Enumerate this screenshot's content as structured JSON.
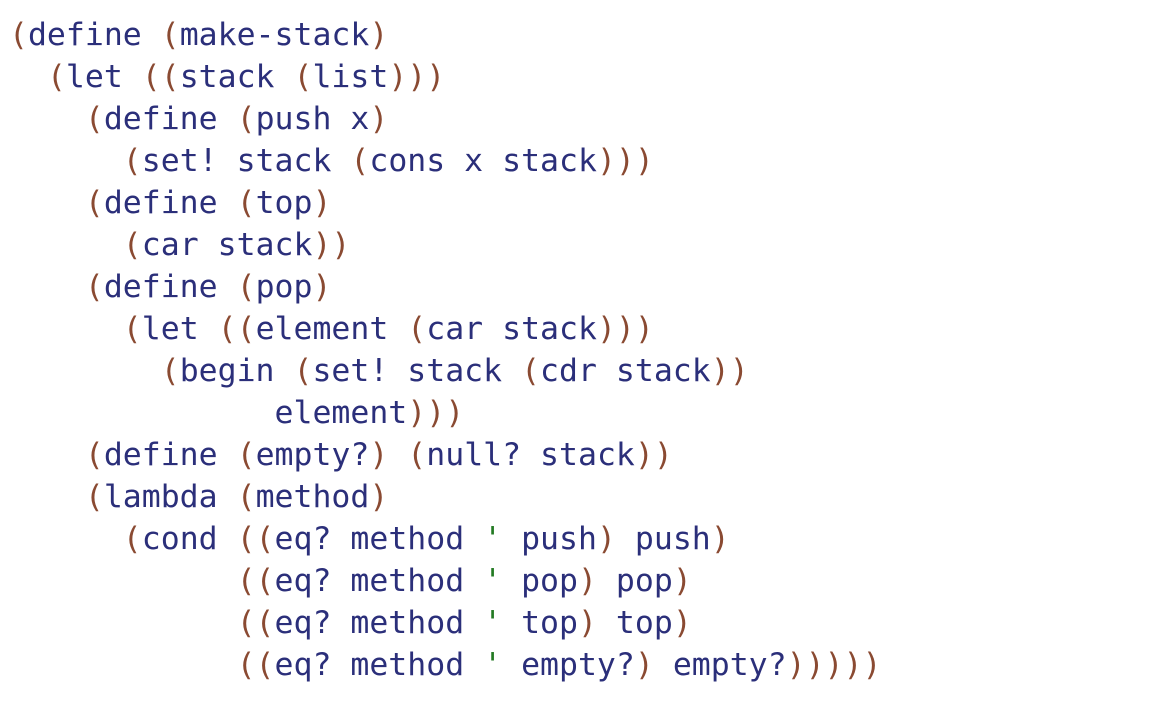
{
  "document": {
    "kind": "source-code-listing",
    "language": "Scheme",
    "background_color": "#ffffff",
    "colors": {
      "paren": "#8a4a32",
      "identifier": "#2b2f7a",
      "quote": "#237a23"
    },
    "plain_text": "(define (make-stack)\n  (let ((stack (list)))\n    (define (push x)\n      (set! stack (cons x stack)))\n    (define (top)\n      (car stack))\n    (define (pop)\n      (let ((element (car stack)))\n        (begin (set! stack (cdr stack))\n              element)))\n    (define (empty?) (null? stack))\n    (lambda (method)\n      (cond ((eq? method ' push) push)\n            ((eq? method ' pop) pop)\n            ((eq? method ' top) top)\n            ((eq? method ' empty?) empty?)))))",
    "lines": [
      {
        "index": 1,
        "text": "(define (make-stack)",
        "tokens": [
          {
            "t": "(",
            "c": "paren"
          },
          {
            "t": "define ",
            "c": "ident"
          },
          {
            "t": "(",
            "c": "paren"
          },
          {
            "t": "make-stack",
            "c": "ident"
          },
          {
            "t": ")",
            "c": "paren"
          }
        ]
      },
      {
        "index": 2,
        "text": "  (let ((stack (list)))",
        "tokens": [
          {
            "t": "  ",
            "c": "space"
          },
          {
            "t": "(",
            "c": "paren"
          },
          {
            "t": "let ",
            "c": "ident"
          },
          {
            "t": "((",
            "c": "paren"
          },
          {
            "t": "stack ",
            "c": "ident"
          },
          {
            "t": "(",
            "c": "paren"
          },
          {
            "t": "list",
            "c": "ident"
          },
          {
            "t": ")))",
            "c": "paren"
          }
        ]
      },
      {
        "index": 3,
        "text": "    (define (push x)",
        "tokens": [
          {
            "t": "    ",
            "c": "space"
          },
          {
            "t": "(",
            "c": "paren"
          },
          {
            "t": "define ",
            "c": "ident"
          },
          {
            "t": "(",
            "c": "paren"
          },
          {
            "t": "push x",
            "c": "ident"
          },
          {
            "t": ")",
            "c": "paren"
          }
        ]
      },
      {
        "index": 4,
        "text": "      (set! stack (cons x stack)))",
        "tokens": [
          {
            "t": "      ",
            "c": "space"
          },
          {
            "t": "(",
            "c": "paren"
          },
          {
            "t": "set! stack ",
            "c": "ident"
          },
          {
            "t": "(",
            "c": "paren"
          },
          {
            "t": "cons x stack",
            "c": "ident"
          },
          {
            "t": ")))",
            "c": "paren"
          }
        ]
      },
      {
        "index": 5,
        "text": "    (define (top)",
        "tokens": [
          {
            "t": "    ",
            "c": "space"
          },
          {
            "t": "(",
            "c": "paren"
          },
          {
            "t": "define ",
            "c": "ident"
          },
          {
            "t": "(",
            "c": "paren"
          },
          {
            "t": "top",
            "c": "ident"
          },
          {
            "t": ")",
            "c": "paren"
          }
        ]
      },
      {
        "index": 6,
        "text": "      (car stack))",
        "tokens": [
          {
            "t": "      ",
            "c": "space"
          },
          {
            "t": "(",
            "c": "paren"
          },
          {
            "t": "car stack",
            "c": "ident"
          },
          {
            "t": "))",
            "c": "paren"
          }
        ]
      },
      {
        "index": 7,
        "text": "    (define (pop)",
        "tokens": [
          {
            "t": "    ",
            "c": "space"
          },
          {
            "t": "(",
            "c": "paren"
          },
          {
            "t": "define ",
            "c": "ident"
          },
          {
            "t": "(",
            "c": "paren"
          },
          {
            "t": "pop",
            "c": "ident"
          },
          {
            "t": ")",
            "c": "paren"
          }
        ]
      },
      {
        "index": 8,
        "text": "      (let ((element (car stack)))",
        "tokens": [
          {
            "t": "      ",
            "c": "space"
          },
          {
            "t": "(",
            "c": "paren"
          },
          {
            "t": "let ",
            "c": "ident"
          },
          {
            "t": "((",
            "c": "paren"
          },
          {
            "t": "element ",
            "c": "ident"
          },
          {
            "t": "(",
            "c": "paren"
          },
          {
            "t": "car stack",
            "c": "ident"
          },
          {
            "t": ")))",
            "c": "paren"
          }
        ]
      },
      {
        "index": 9,
        "text": "        (begin (set! stack (cdr stack))",
        "tokens": [
          {
            "t": "        ",
            "c": "space"
          },
          {
            "t": "(",
            "c": "paren"
          },
          {
            "t": "begin ",
            "c": "ident"
          },
          {
            "t": "(",
            "c": "paren"
          },
          {
            "t": "set! stack ",
            "c": "ident"
          },
          {
            "t": "(",
            "c": "paren"
          },
          {
            "t": "cdr stack",
            "c": "ident"
          },
          {
            "t": "))",
            "c": "paren"
          }
        ]
      },
      {
        "index": 10,
        "text": "              element)))",
        "tokens": [
          {
            "t": "              ",
            "c": "space"
          },
          {
            "t": "element",
            "c": "ident"
          },
          {
            "t": ")))",
            "c": "paren"
          }
        ]
      },
      {
        "index": 11,
        "text": "    (define (empty?) (null? stack))",
        "tokens": [
          {
            "t": "    ",
            "c": "space"
          },
          {
            "t": "(",
            "c": "paren"
          },
          {
            "t": "define ",
            "c": "ident"
          },
          {
            "t": "(",
            "c": "paren"
          },
          {
            "t": "empty?",
            "c": "ident"
          },
          {
            "t": ") ",
            "c": "paren"
          },
          {
            "t": "(",
            "c": "paren"
          },
          {
            "t": "null? stack",
            "c": "ident"
          },
          {
            "t": "))",
            "c": "paren"
          }
        ]
      },
      {
        "index": 12,
        "text": "    (lambda (method)",
        "tokens": [
          {
            "t": "    ",
            "c": "space"
          },
          {
            "t": "(",
            "c": "paren"
          },
          {
            "t": "lambda ",
            "c": "ident"
          },
          {
            "t": "(",
            "c": "paren"
          },
          {
            "t": "method",
            "c": "ident"
          },
          {
            "t": ")",
            "c": "paren"
          }
        ]
      },
      {
        "index": 13,
        "text": "      (cond ((eq? method ' push) push)",
        "tokens": [
          {
            "t": "      ",
            "c": "space"
          },
          {
            "t": "(",
            "c": "paren"
          },
          {
            "t": "cond ",
            "c": "ident"
          },
          {
            "t": "((",
            "c": "paren"
          },
          {
            "t": "eq? method ",
            "c": "ident"
          },
          {
            "t": "'",
            "c": "quote"
          },
          {
            "t": " push",
            "c": "ident"
          },
          {
            "t": ") ",
            "c": "paren"
          },
          {
            "t": "push",
            "c": "ident"
          },
          {
            "t": ")",
            "c": "paren"
          }
        ]
      },
      {
        "index": 14,
        "text": "            ((eq? method ' pop) pop)",
        "tokens": [
          {
            "t": "            ",
            "c": "space"
          },
          {
            "t": "((",
            "c": "paren"
          },
          {
            "t": "eq? method ",
            "c": "ident"
          },
          {
            "t": "'",
            "c": "quote"
          },
          {
            "t": " pop",
            "c": "ident"
          },
          {
            "t": ") ",
            "c": "paren"
          },
          {
            "t": "pop",
            "c": "ident"
          },
          {
            "t": ")",
            "c": "paren"
          }
        ]
      },
      {
        "index": 15,
        "text": "            ((eq? method ' top) top)",
        "tokens": [
          {
            "t": "            ",
            "c": "space"
          },
          {
            "t": "((",
            "c": "paren"
          },
          {
            "t": "eq? method ",
            "c": "ident"
          },
          {
            "t": "'",
            "c": "quote"
          },
          {
            "t": " top",
            "c": "ident"
          },
          {
            "t": ") ",
            "c": "paren"
          },
          {
            "t": "top",
            "c": "ident"
          },
          {
            "t": ")",
            "c": "paren"
          }
        ]
      },
      {
        "index": 16,
        "text": "            ((eq? method ' empty?) empty?)))))",
        "tokens": [
          {
            "t": "            ",
            "c": "space"
          },
          {
            "t": "((",
            "c": "paren"
          },
          {
            "t": "eq? method ",
            "c": "ident"
          },
          {
            "t": "'",
            "c": "quote"
          },
          {
            "t": " empty?",
            "c": "ident"
          },
          {
            "t": ") ",
            "c": "paren"
          },
          {
            "t": "empty?",
            "c": "ident"
          },
          {
            "t": ")))))",
            "c": "paren"
          }
        ]
      }
    ]
  }
}
